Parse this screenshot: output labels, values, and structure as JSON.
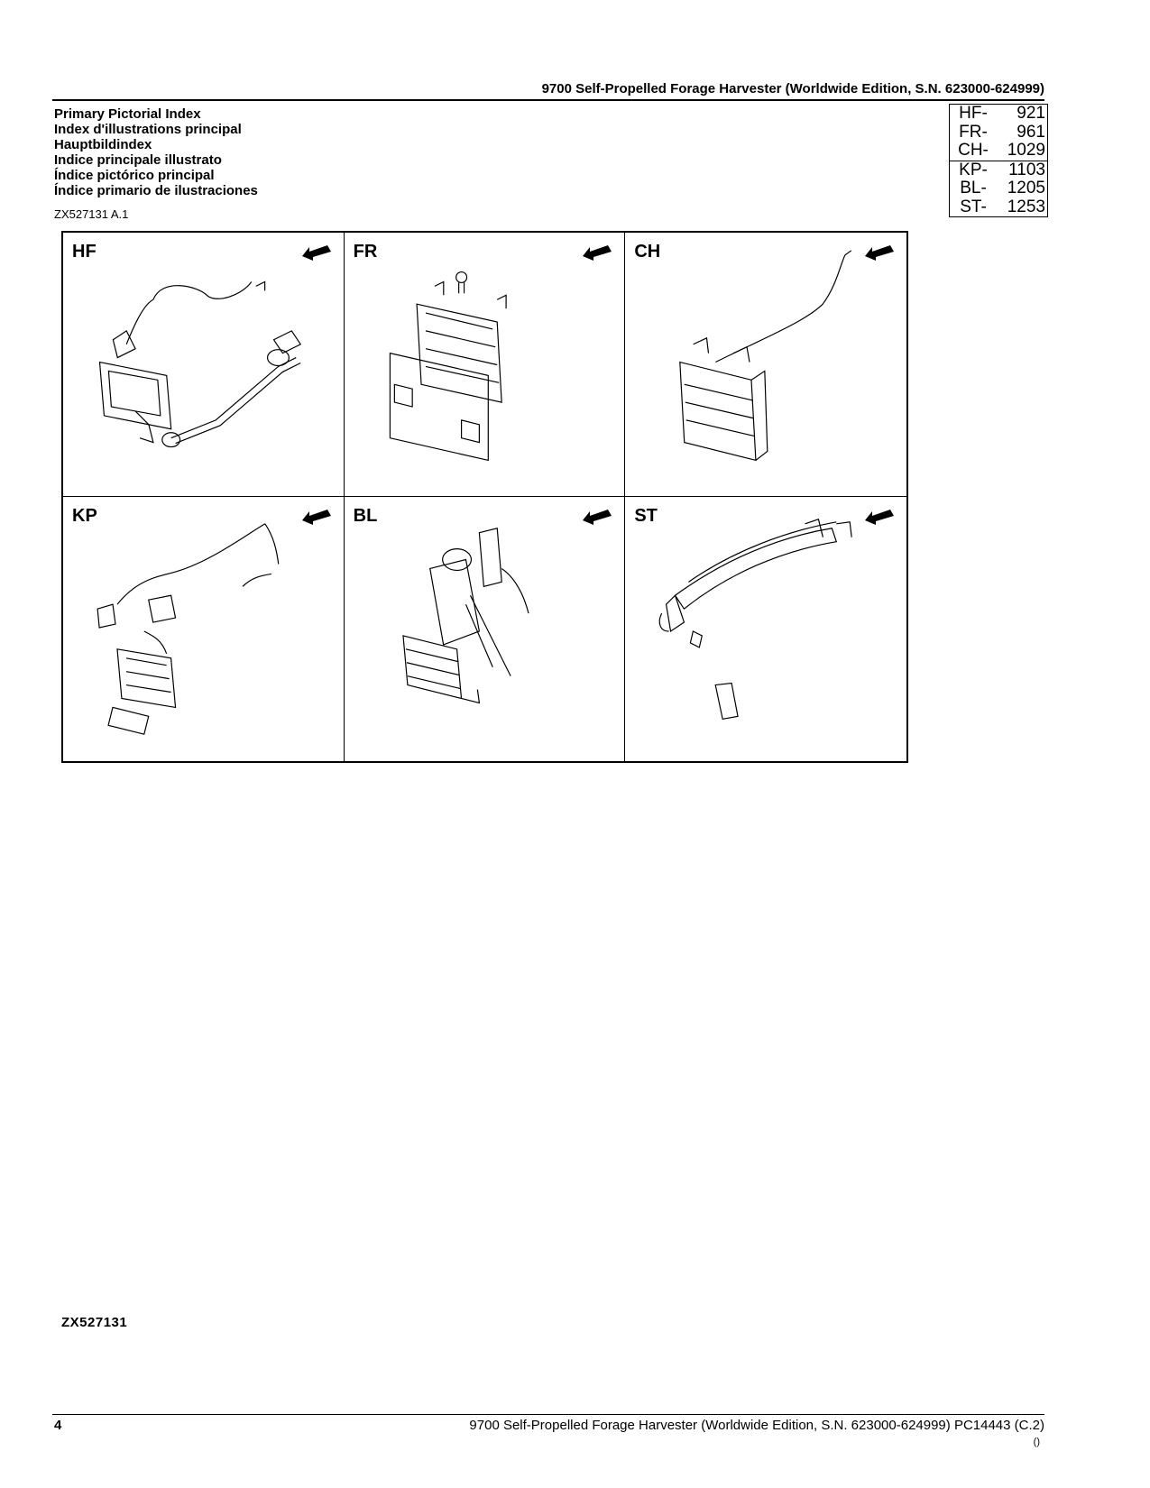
{
  "header": {
    "title": "9700 Self-Propelled Forage Harvester (Worldwide Edition, S.N. 623000-624999)"
  },
  "titles": [
    "Primary Pictorial Index",
    "Index d'illustrations principal",
    "Hauptbildindex",
    "Indice principale illustrato",
    "Índice pictórico principal",
    "Índice primario de ilustraciones"
  ],
  "figure_ref": "ZX527131 A.1",
  "index_groups": [
    [
      {
        "code": "HF-",
        "page": "921"
      },
      {
        "code": "FR-",
        "page": "961"
      },
      {
        "code": "CH-",
        "page": "1029"
      }
    ],
    [
      {
        "code": "KP-",
        "page": "1103"
      },
      {
        "code": "BL-",
        "page": "1205"
      },
      {
        "code": "ST-",
        "page": "1253"
      }
    ]
  ],
  "cells": [
    {
      "label": "HF"
    },
    {
      "label": "FR"
    },
    {
      "label": "CH"
    },
    {
      "label": "KP"
    },
    {
      "label": "BL"
    },
    {
      "label": "ST"
    }
  ],
  "bottom_ref": "ZX527131",
  "footer": {
    "page_number": "4",
    "text": "9700 Self-Propelled Forage Harvester (Worldwide Edition, S.N. 623000-624999)    PC14443    (C.2)",
    "small": "()"
  }
}
